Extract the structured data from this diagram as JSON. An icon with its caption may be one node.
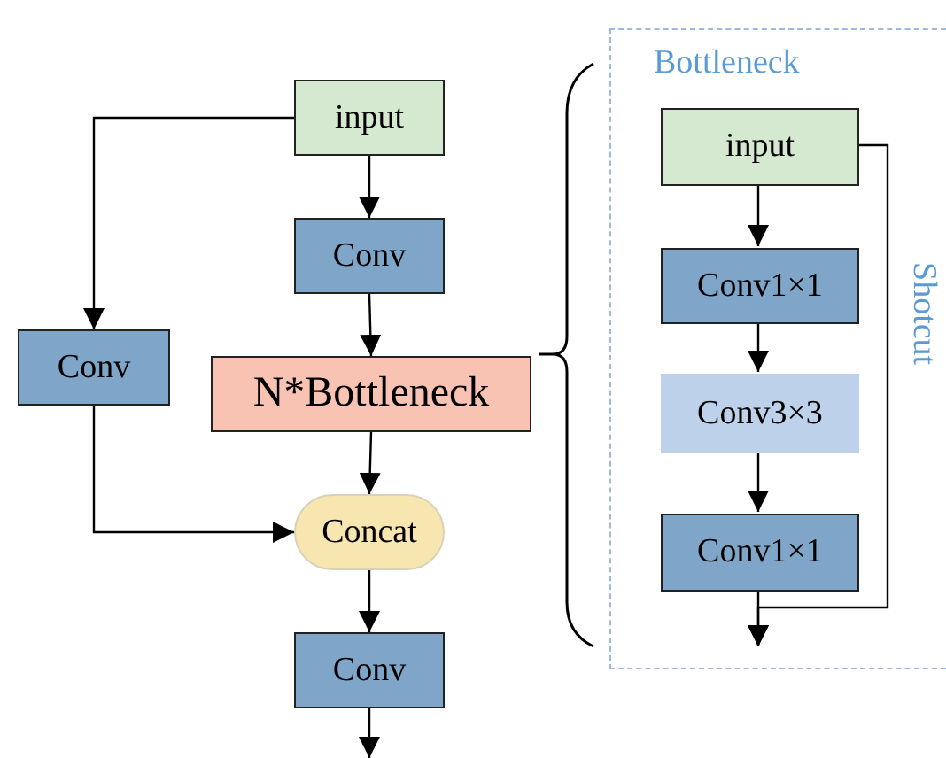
{
  "diagram": {
    "nodes": [
      {
        "text": [
          "input"
        ]
      },
      {
        "text": [
          "Conv"
        ]
      },
      {
        "text": [
          "Conv"
        ]
      },
      {
        "text": [
          "N*Bottleneck"
        ]
      },
      {
        "text": [
          "Concat"
        ]
      },
      {
        "text": [
          "Conv"
        ]
      },
      {
        "text": [
          "Bottleneck"
        ]
      },
      {
        "text": [
          "input"
        ],
        "in": 6
      },
      {
        "text": [
          "Conv1×1"
        ],
        "in": 6
      },
      {
        "text": [
          "Conv3×3"
        ],
        "in": 6
      },
      {
        "text": [
          "Conv1×1"
        ],
        "in": 6
      }
    ],
    "edges": [
      {
        "from": 0,
        "to": 1,
        "arrow": "to"
      },
      {
        "from": 1,
        "to": 3,
        "arrow": "to"
      },
      {
        "from": 3,
        "to": 4,
        "arrow": "to"
      },
      {
        "from": 4,
        "to": 5,
        "arrow": "to"
      },
      {
        "from": 5,
        "to": null,
        "arrow": "to"
      },
      {
        "from": 0,
        "to": 2,
        "arrow": "to"
      },
      {
        "from": 2,
        "to": 4,
        "arrow": "to"
      },
      {
        "from": 7,
        "to": 8,
        "arrow": "to"
      },
      {
        "from": 8,
        "to": 9,
        "arrow": "to"
      },
      {
        "from": 9,
        "to": 10,
        "arrow": "to"
      },
      {
        "from": 10,
        "to": null,
        "arrow": "to"
      },
      {
        "from": 7,
        "to": null,
        "arrow": "to",
        "label": "Shotcut"
      }
    ]
  }
}
